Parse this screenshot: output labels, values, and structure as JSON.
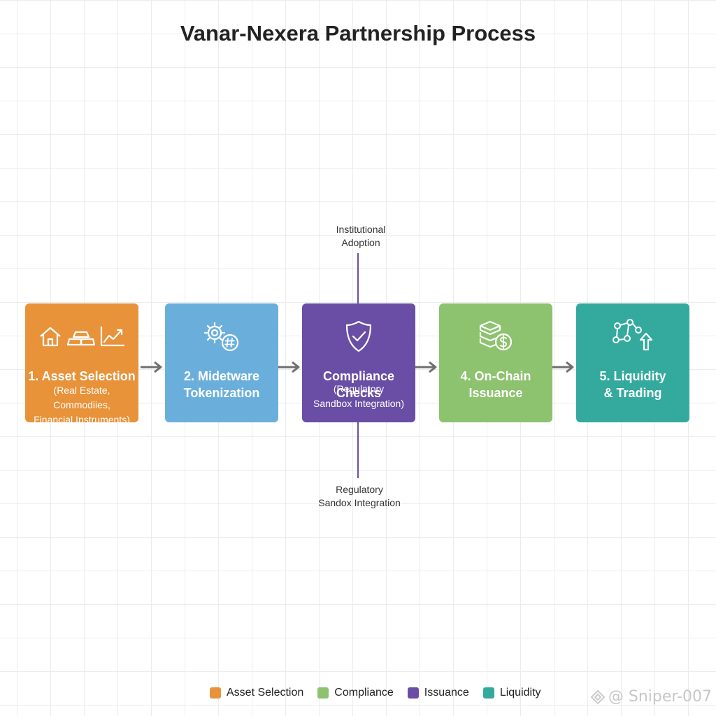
{
  "title": "Vanar-Nexera Partnership Process",
  "annotations": {
    "top": [
      "Institutional",
      "Adoption"
    ],
    "bottom": [
      "Regulatory",
      "Sandox Integration"
    ]
  },
  "steps": [
    {
      "label_lines": [
        "1. Asset Selection"
      ],
      "sub_lines": [
        "(Real Estate, Commodiies,",
        "Financial Instruments)"
      ],
      "color": "#e8923a",
      "icons": [
        "house-icon",
        "gold-bars-icon",
        "chart-growth-icon"
      ]
    },
    {
      "label_lines": [
        "2. Midetware",
        "Tokenization"
      ],
      "sub_lines": [],
      "color": "#6aafdc",
      "icons": [
        "gear-icon",
        "hash-icon"
      ]
    },
    {
      "label_lines": [
        "Compliance Checks"
      ],
      "sub_lines": [
        "(Regulatory",
        "Sandbox Integration)"
      ],
      "color": "#6a4ea5",
      "icons": [
        "shield-check-icon"
      ]
    },
    {
      "label_lines": [
        "4. On-Chain",
        "Issuance"
      ],
      "sub_lines": [],
      "color": "#8dc26f",
      "icons": [
        "token-stack-icon"
      ]
    },
    {
      "label_lines": [
        "5. Liquidity",
        "& Trading"
      ],
      "sub_lines": [],
      "color": "#33aa9d",
      "icons": [
        "network-upload-icon"
      ]
    }
  ],
  "legend": [
    {
      "label": "Asset Selection",
      "color": "#e8923a"
    },
    {
      "label": "Compliance",
      "color": "#8dc26f"
    },
    {
      "label": "Issuance",
      "color": "#6a4ea5"
    },
    {
      "label": "Liquidity",
      "color": "#33aa9d"
    }
  ],
  "watermark": "@ Sniper-007"
}
